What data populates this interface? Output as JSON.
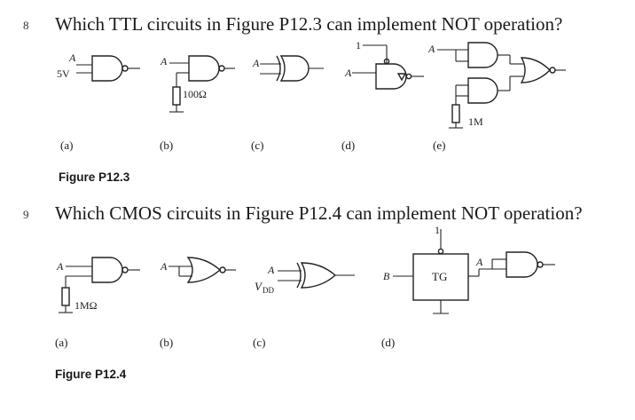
{
  "question_8": {
    "number": "8",
    "text": "Which TTL circuits in Figure P12.3 can implement NOT operation?",
    "figure_caption": "Figure P12.3",
    "sublabels": [
      "(a)",
      "(b)",
      "(c)",
      "(d)",
      "(e)"
    ],
    "input_a": "A",
    "input_5v": "5V",
    "resistor_100": "100Ω",
    "input_1": "1",
    "resistor_1m": "1M"
  },
  "question_9": {
    "number": "9",
    "text": "Which CMOS circuits in Figure P12.4 can implement NOT operation?",
    "figure_caption": "Figure P12.4",
    "sublabels": [
      "(a)",
      "(b)",
      "(c)",
      "(d)"
    ],
    "input_a": "A",
    "resistor_1m": "1MΩ",
    "vdd_main": "V",
    "vdd_sub": "DD",
    "input_b": "B",
    "tg_label": "TG",
    "input_1": "1"
  }
}
